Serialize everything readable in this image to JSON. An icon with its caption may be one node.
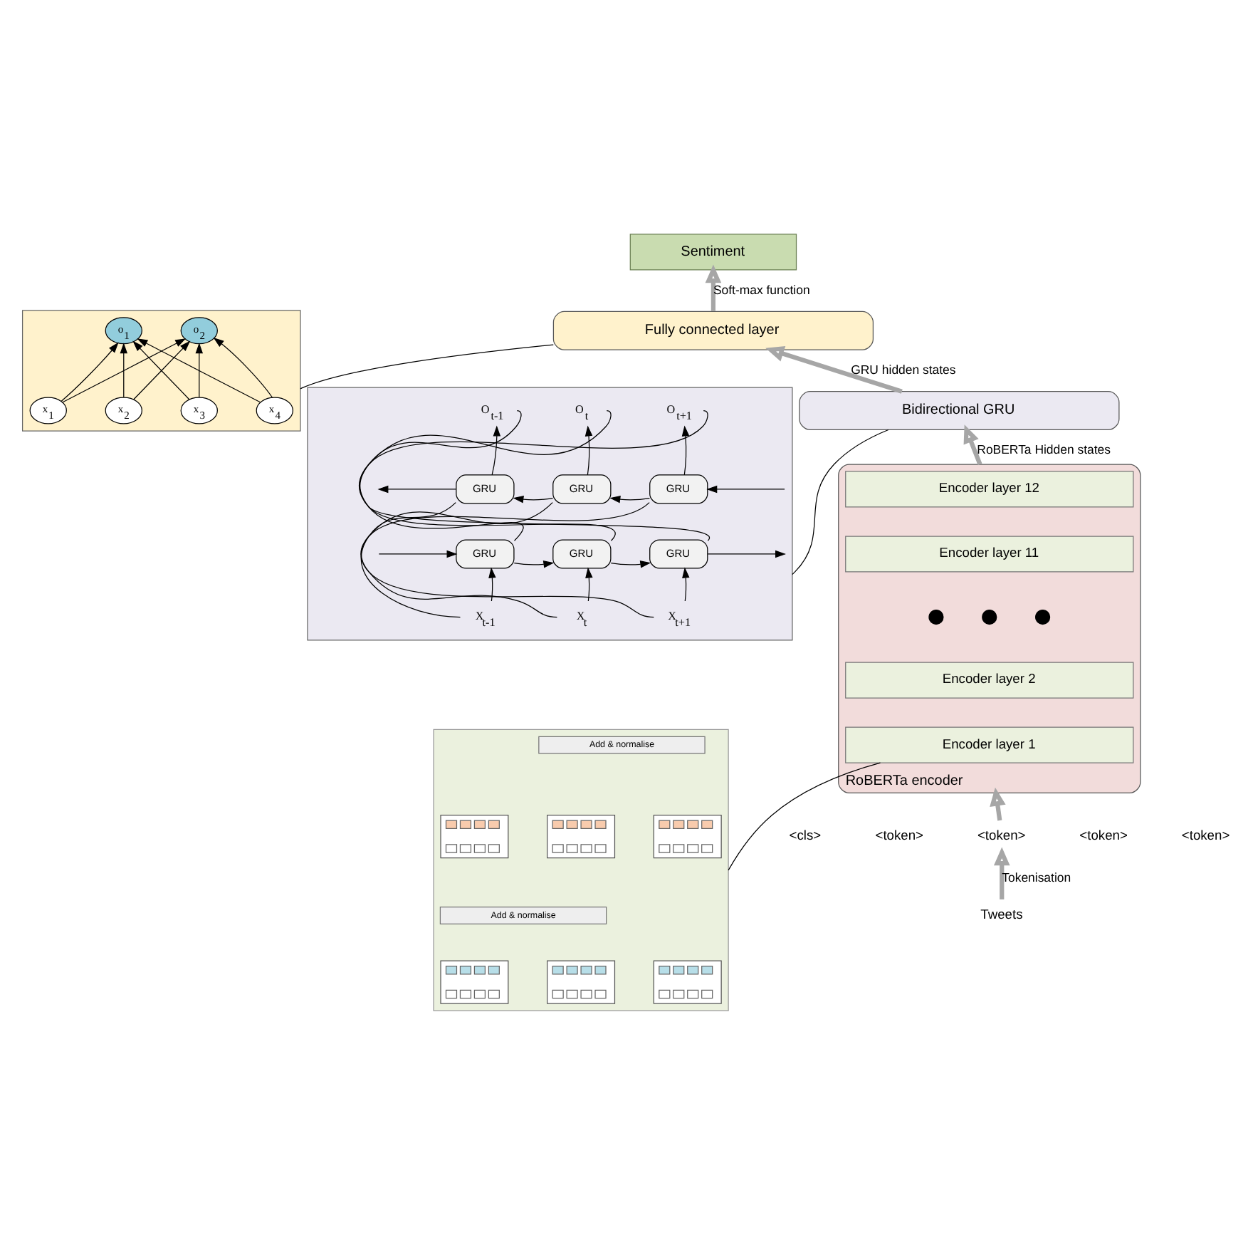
{
  "diagram": {
    "nodes": [
      {
        "text": [
          "Sentiment"
        ]
      },
      {
        "text": [
          "Fully connected layer"
        ]
      },
      {
        "text": [],
        "shape": "box"
      },
      {
        "text": [
          "o$_{1}$"
        ],
        "in": 2
      },
      {
        "text": [
          "o$_{2}$"
        ],
        "in": 2
      },
      {
        "text": [
          "x$_{1}$"
        ],
        "in": 2
      },
      {
        "text": [
          "x$_{2}$"
        ],
        "in": 2
      },
      {
        "text": [
          "x$_{3}$"
        ],
        "in": 2
      },
      {
        "text": [
          "x$_{4}$"
        ],
        "in": 2
      },
      {
        "text": [
          "Bidirectional GRU"
        ]
      },
      {
        "text": [],
        "shape": "box"
      },
      {
        "text": [
          "O$_{t-1}$"
        ],
        "in": 10
      },
      {
        "text": [
          "O$_{t}$"
        ],
        "in": 10
      },
      {
        "text": [
          "O$_{t+1}$"
        ],
        "in": 10
      },
      {
        "text": [
          "GRU"
        ],
        "in": 10
      },
      {
        "text": [
          "GRU"
        ],
        "in": 10
      },
      {
        "text": [
          "GRU"
        ],
        "in": 10
      },
      {
        "text": [
          "GRU"
        ],
        "in": 10
      },
      {
        "text": [
          "GRU"
        ],
        "in": 10
      },
      {
        "text": [
          "GRU"
        ],
        "in": 10
      },
      {
        "text": [
          "X$_{t-1}$"
        ],
        "in": 10
      },
      {
        "text": [
          "X$_{t}$"
        ],
        "in": 10
      },
      {
        "text": [
          "X$_{t+1}$"
        ],
        "in": 10
      },
      {
        "text": [
          "RoBERTa encoder"
        ]
      },
      {
        "text": [
          "Encoder layer 12"
        ],
        "in": 23
      },
      {
        "text": [
          "Encoder layer 11"
        ],
        "in": 23
      },
      {
        "text": [],
        "shape": "circle",
        "in": 23
      },
      {
        "text": [],
        "shape": "circle",
        "in": 23
      },
      {
        "text": [],
        "shape": "circle",
        "in": 23
      },
      {
        "text": [
          "Encoder layer 2"
        ],
        "in": 23
      },
      {
        "text": [
          "Encoder layer 1"
        ],
        "in": 23
      },
      {
        "text": [],
        "shape": "box"
      },
      {
        "text": [
          "Add & normalise"
        ],
        "in": 31
      },
      {
        "text": [],
        "shape": "picture",
        "in": 31
      },
      {
        "text": [],
        "shape": "picture",
        "in": 31
      },
      {
        "text": [],
        "shape": "picture",
        "in": 31
      },
      {
        "text": [
          "Add & normalise"
        ],
        "in": 31
      },
      {
        "text": [],
        "shape": "picture",
        "in": 31
      },
      {
        "text": [],
        "shape": "picture",
        "in": 31
      },
      {
        "text": [],
        "shape": "picture",
        "in": 31
      },
      {
        "text": [
          "<cls>"
        ]
      },
      {
        "text": [
          "<token>"
        ]
      },
      {
        "text": [
          "<token>"
        ]
      },
      {
        "text": [
          "<token>"
        ]
      },
      {
        "text": [
          "<token>"
        ]
      },
      {
        "text": [
          "Tweets"
        ]
      }
    ],
    "edges": [
      {
        "from": 45,
        "to": 42,
        "arrow": "to",
        "label": "Tokenisation",
        "style": "thick",
        "color": "#a6a6a6"
      },
      {
        "from": 42,
        "to": 23,
        "arrow": "to",
        "style": "thick",
        "color": "#a6a6a6"
      },
      {
        "from": 23,
        "to": 9,
        "arrow": "to",
        "label": "RoBERTa Hidden states",
        "style": "thick",
        "color": "#a6a6a6"
      },
      {
        "from": 9,
        "to": 1,
        "arrow": "to",
        "label": "GRU hidden states",
        "style": "thick",
        "color": "#a6a6a6"
      },
      {
        "from": 1,
        "to": 0,
        "arrow": "to",
        "label": "Soft-max function",
        "style": "thick",
        "color": "#a6a6a6"
      },
      {
        "from": 1,
        "to": 2,
        "arrow": "none"
      },
      {
        "from": 9,
        "to": 10,
        "arrow": "none"
      },
      {
        "from": 30,
        "to": 31,
        "arrow": "none"
      },
      {
        "from": 5,
        "to": 3,
        "arrow": "to"
      },
      {
        "from": 5,
        "to": 4,
        "arrow": "to"
      },
      {
        "from": 6,
        "to": 3,
        "arrow": "to"
      },
      {
        "from": 6,
        "to": 4,
        "arrow": "to"
      },
      {
        "from": 7,
        "to": 3,
        "arrow": "to"
      },
      {
        "from": 7,
        "to": 4,
        "arrow": "to"
      },
      {
        "from": 8,
        "to": 3,
        "arrow": "to"
      },
      {
        "from": 8,
        "to": 4,
        "arrow": "to"
      },
      {
        "from": 20,
        "to": 17,
        "arrow": "to"
      },
      {
        "from": 21,
        "to": 18,
        "arrow": "to"
      },
      {
        "from": 22,
        "to": 19,
        "arrow": "to"
      },
      {
        "from": 14,
        "to": 11,
        "arrow": "to"
      },
      {
        "from": 15,
        "to": 12,
        "arrow": "to"
      },
      {
        "from": 16,
        "to": 13,
        "arrow": "to"
      },
      {
        "from": null,
        "to": 17,
        "arrow": "to"
      },
      {
        "from": 17,
        "to": 18,
        "arrow": "to"
      },
      {
        "from": 18,
        "to": 19,
        "arrow": "to"
      },
      {
        "from": 19,
        "to": 10,
        "arrow": "to"
      },
      {
        "from": 10,
        "to": 16,
        "arrow": "to"
      },
      {
        "from": 16,
        "to": 15,
        "arrow": "to"
      },
      {
        "from": 15,
        "to": 14,
        "arrow": "to"
      },
      {
        "from": 14,
        "to": null,
        "arrow": "to"
      },
      {
        "from": 17,
        "to": 11,
        "arrow": "none"
      },
      {
        "from": 18,
        "to": 12,
        "arrow": "none"
      },
      {
        "from": 19,
        "to": 13,
        "arrow": "none"
      },
      {
        "from": 20,
        "to": 14,
        "arrow": "none"
      },
      {
        "from": 21,
        "to": 15,
        "arrow": "none"
      },
      {
        "from": 22,
        "to": 16,
        "arrow": "none"
      }
    ]
  }
}
